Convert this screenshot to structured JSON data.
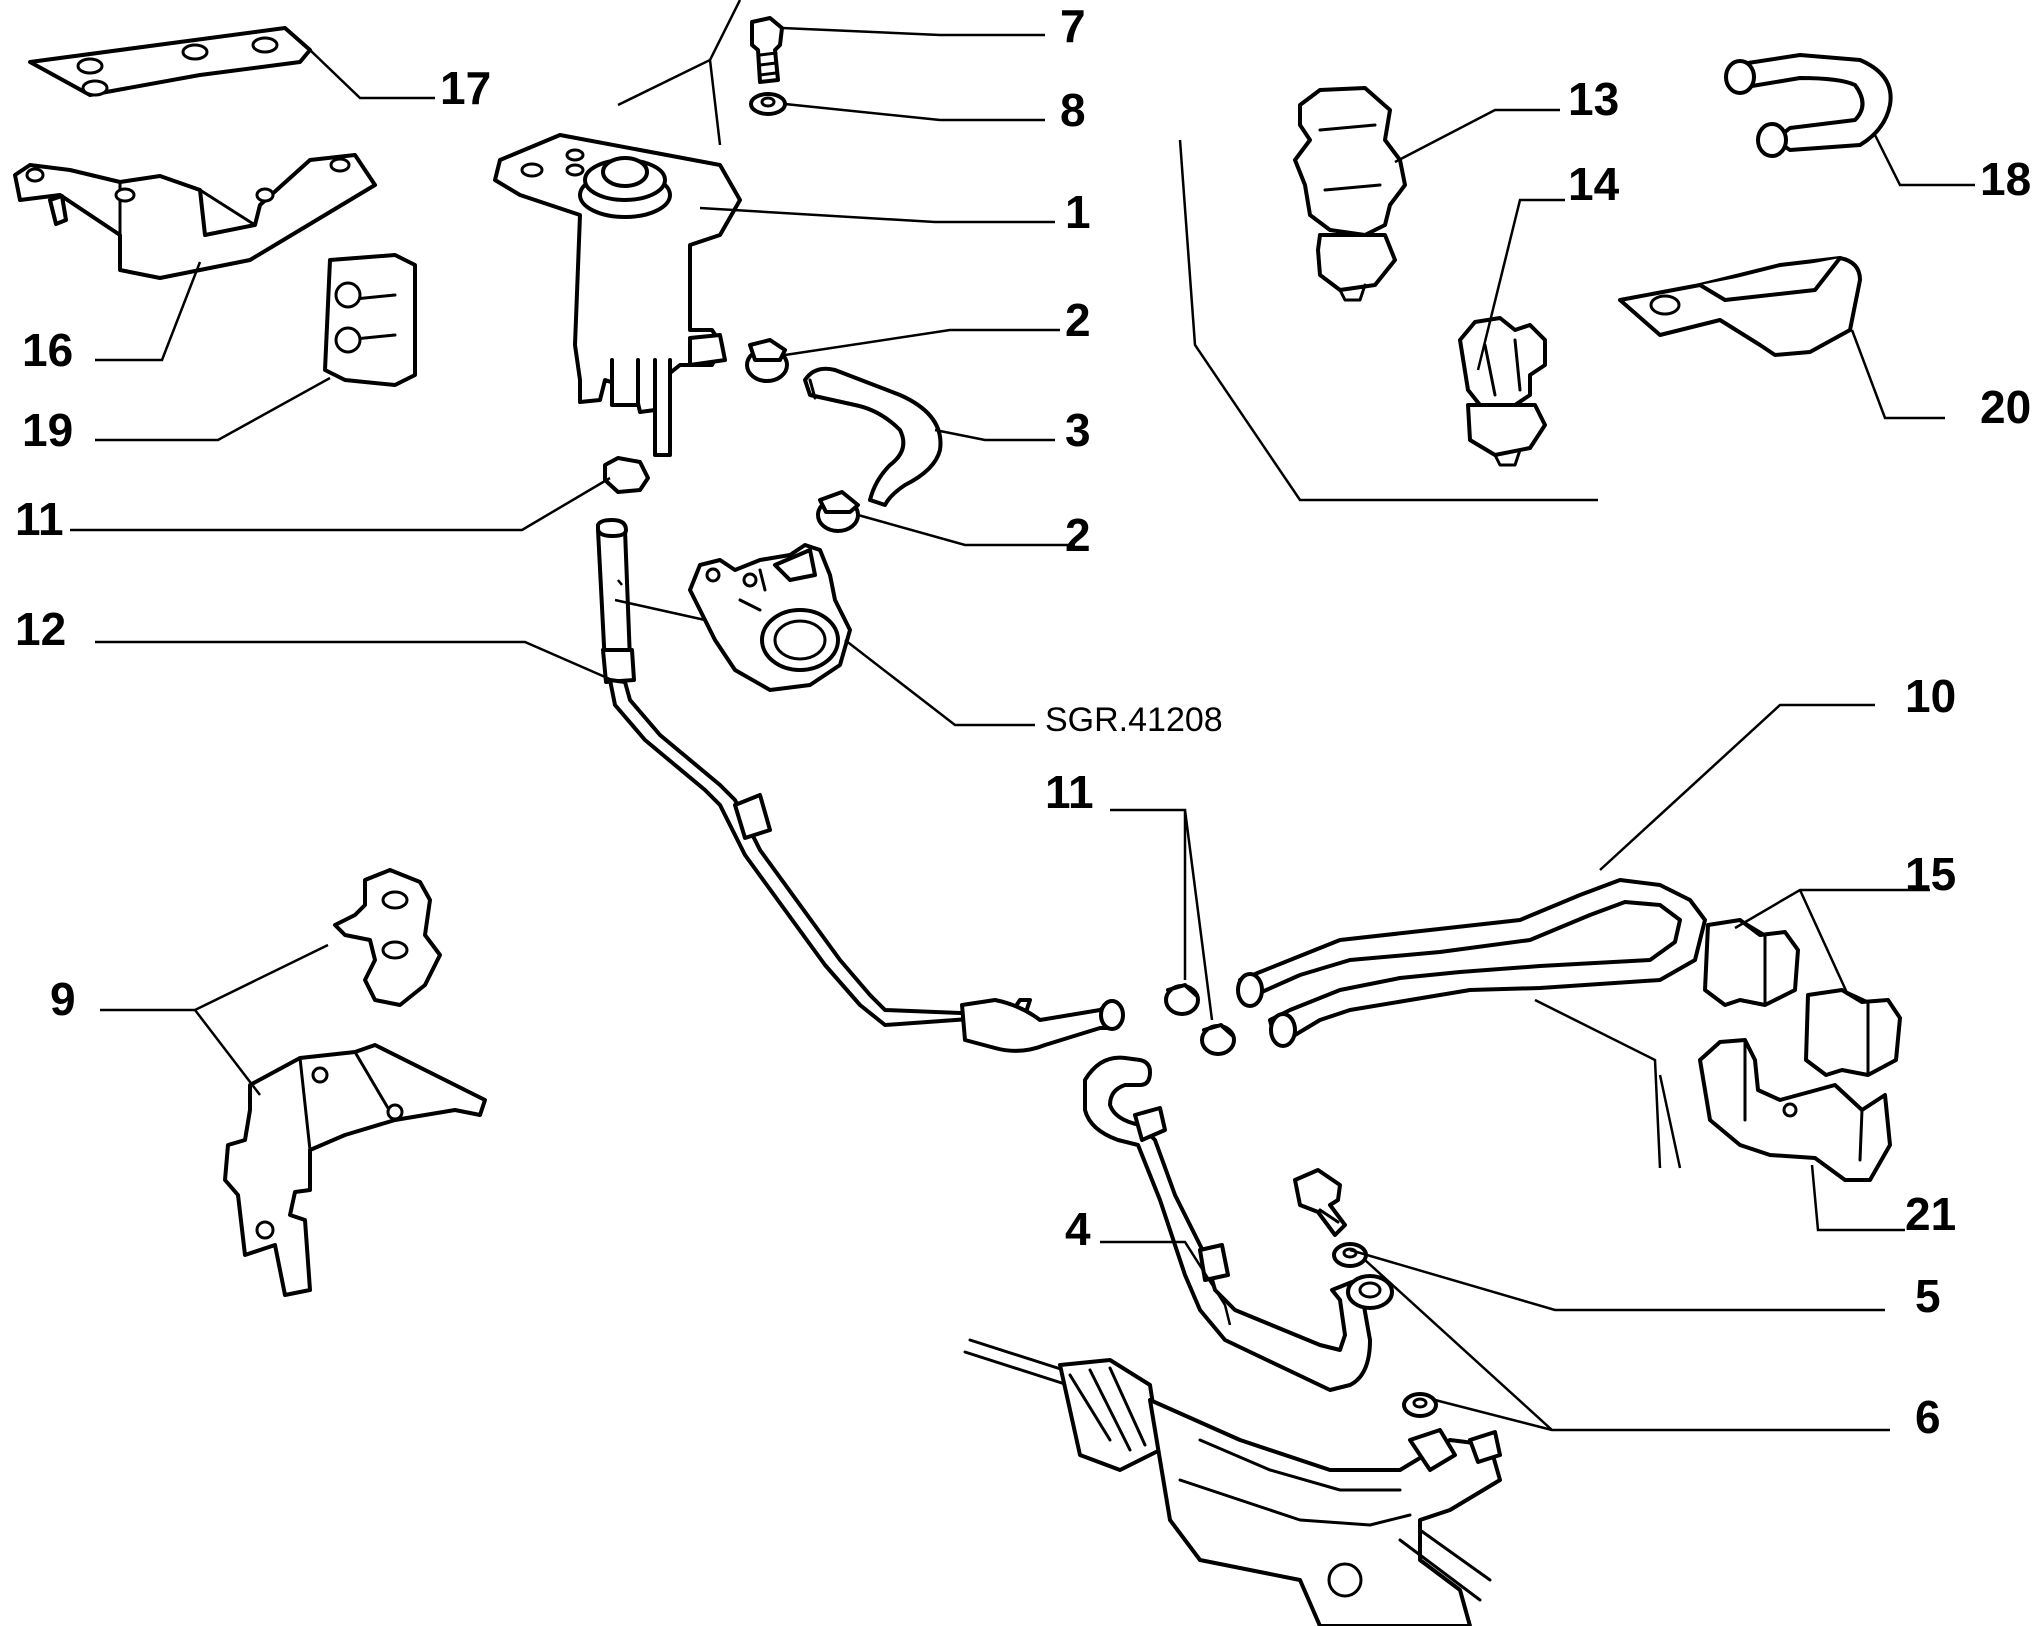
{
  "diagram": {
    "reference_code": "SGR.41208",
    "callouts": [
      "1",
      "2",
      "2",
      "3",
      "4",
      "5",
      "6",
      "7",
      "8",
      "9",
      "10",
      "11",
      "11",
      "12",
      "13",
      "14",
      "15",
      "16",
      "17",
      "18",
      "19",
      "20",
      "21"
    ]
  },
  "colors": {
    "line": "#000000",
    "background": "#ffffff"
  }
}
